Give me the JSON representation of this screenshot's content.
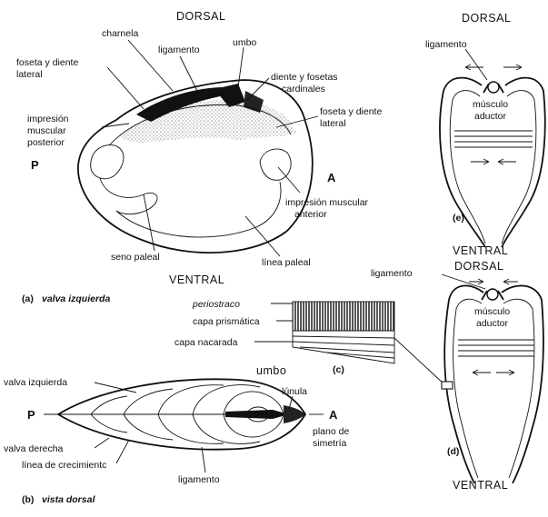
{
  "panel_a": {
    "dorsal": "DORSAL",
    "ventral": "VENTRAL",
    "p": "P",
    "a": "A",
    "charnela": "charnela",
    "ligamento": "ligamento",
    "umbo": "umbo",
    "foseta_lateral_left_1": "foseta y diente",
    "foseta_lateral_left_2": "lateral",
    "diente_cardinal_1": "diente y fosetas",
    "diente_cardinal_2": "cardinales",
    "impresion_post_1": "impresión",
    "impresion_post_2": "muscular",
    "impresion_post_3": "posterior",
    "foseta_lateral_right_1": "foseta y diente",
    "foseta_lateral_right_2": "lateral",
    "impresion_ant_1": "impresión muscular",
    "impresion_ant_2": "anterior",
    "seno_paleal": "seno paleal",
    "linea_paleal": "línea paleal",
    "caption_letter": "(a)",
    "caption": "valva izquierda"
  },
  "panel_b": {
    "umbo": "umbo",
    "valva_izquierda": "valva izquierda",
    "lunula": "lúnula",
    "p": "P",
    "a": "A",
    "plano_1": "plano de",
    "plano_2": "simetría",
    "valva_derecha": "valva derecha",
    "linea_crecimiento": "línea de crecimientc",
    "ligamento": "ligamento",
    "caption_letter": "(b)",
    "caption": "vista dorsal"
  },
  "panel_c": {
    "periostraco": "periostraco",
    "capa_prismatica": "capa prismática",
    "capa_nacarada": "capa nacarada",
    "label": "(c)"
  },
  "panel_e": {
    "dorsal": "DORSAL",
    "ligamento": "ligamento",
    "musculo_1": "músculo",
    "musculo_2": "aductor",
    "label": "(e)",
    "ventral": "VENTRAL"
  },
  "panel_d": {
    "dorsal": "DORSAL",
    "ligamento": "ligamento",
    "musculo_1": "músculo",
    "musculo_2": "aductor",
    "label": "(d)",
    "ventral": "VENTRAL"
  }
}
